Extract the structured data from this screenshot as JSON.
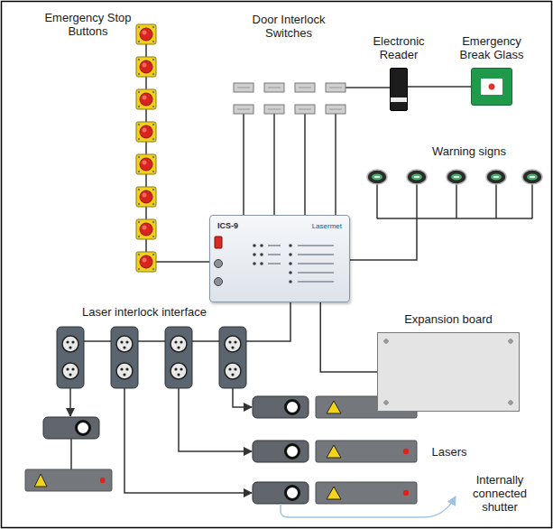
{
  "diagram": {
    "nodes": [
      {
        "text": [
          "ICS-9",
          "Lasermet"
        ]
      },
      {
        "text": [
          "Electronic Reader"
        ]
      },
      {
        "text": [
          "Emergency Break Glass"
        ]
      },
      {
        "text": [
          "Expansion board"
        ]
      }
    ],
    "edges": [
      {
        "from": 1,
        "to": 2,
        "arrow": "none"
      },
      {
        "from": 0,
        "to": 3,
        "arrow": "none"
      }
    ],
    "labels": [
      "Emergency Stop Buttons",
      "Door Interlock Switches",
      "Warning signs",
      "Laser interlock interface",
      "Lasers",
      "Internally connected shutter"
    ]
  }
}
